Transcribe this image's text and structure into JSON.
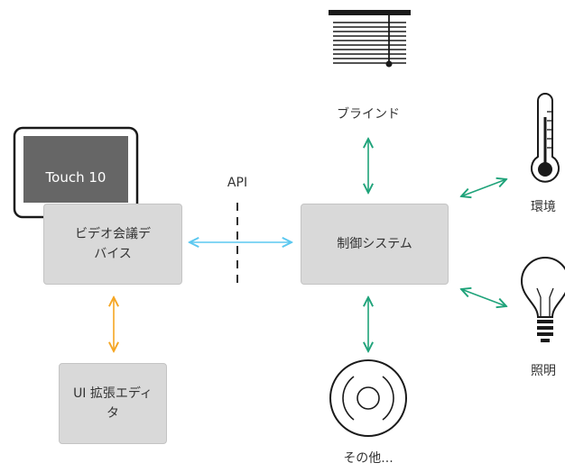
{
  "touch_panel": {
    "label": "Touch 10"
  },
  "nodes": {
    "video_device": "ビデオ会議デ\nバイス",
    "ui_editor": "UI 拡張エディ\nタ",
    "control_system": "制御システム"
  },
  "edge_labels": {
    "api": "API"
  },
  "peripherals": {
    "blinds": "ブラインド",
    "environment": "環境",
    "lighting": "照明",
    "other": "その他..."
  },
  "colors": {
    "box_fill": "#d9d9d9",
    "api_arrow": "#5bc8f0",
    "device_arrow": "#1fa37a",
    "editor_arrow": "#f5a623",
    "icon_stroke": "#1a1a1a"
  }
}
